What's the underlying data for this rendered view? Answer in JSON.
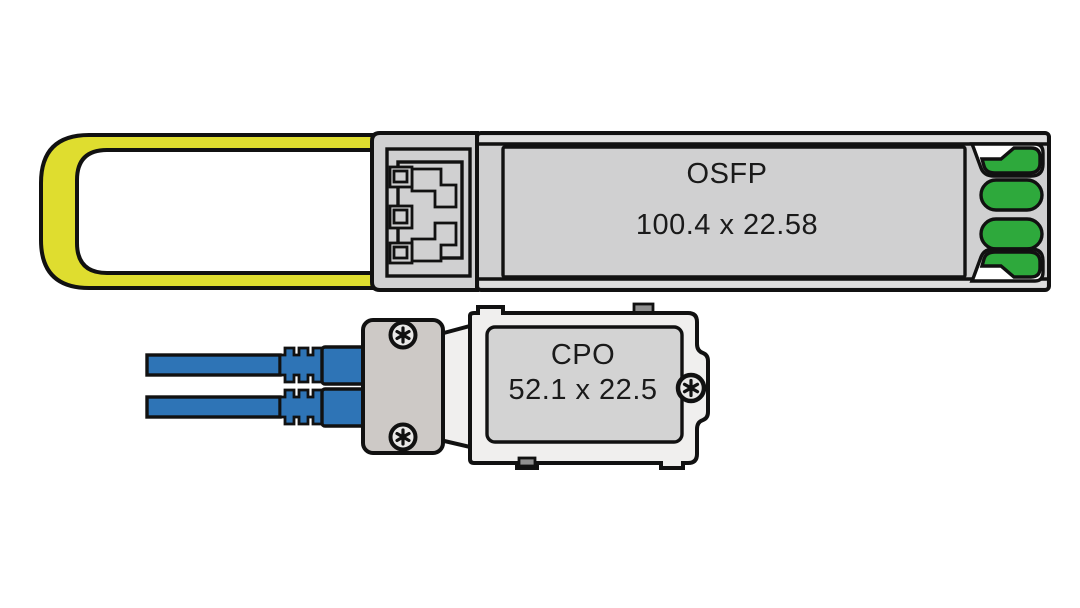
{
  "osfp": {
    "label": "OSFP",
    "dimensions": "100.4 x 22.58"
  },
  "cpo": {
    "label": "CPO",
    "dimensions": "52.1 x 22.5"
  },
  "colors": {
    "pull_tab_yellow": "#dfdd2f",
    "contact_green": "#2ea93c",
    "cable_blue": "#2e74b6",
    "module_gray": "#d0d0d1",
    "rail_gray": "#dedede",
    "cpo_body_white": "#f0efee",
    "faceplate_gray": "#cdc9c6",
    "inner_panel_gray": "#d3d3d3",
    "outline_black": "#111111",
    "text_black": "#1a1a1a",
    "background": "#ffffff"
  }
}
